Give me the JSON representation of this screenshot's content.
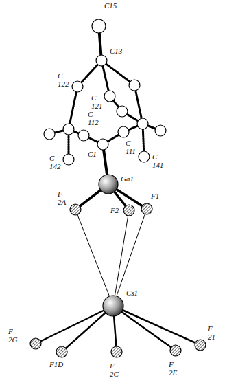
{
  "diagram": {
    "labels": [
      "C15",
      "C13",
      "C 122",
      "C 121",
      "C 112",
      "C1",
      "C 111",
      "C 141",
      "C 142",
      "Ga1",
      "F 2A",
      "F2",
      "F1",
      "Cs1",
      "F 2G",
      "F1D",
      "F 2C",
      "F 2E",
      "F 21"
    ]
  }
}
